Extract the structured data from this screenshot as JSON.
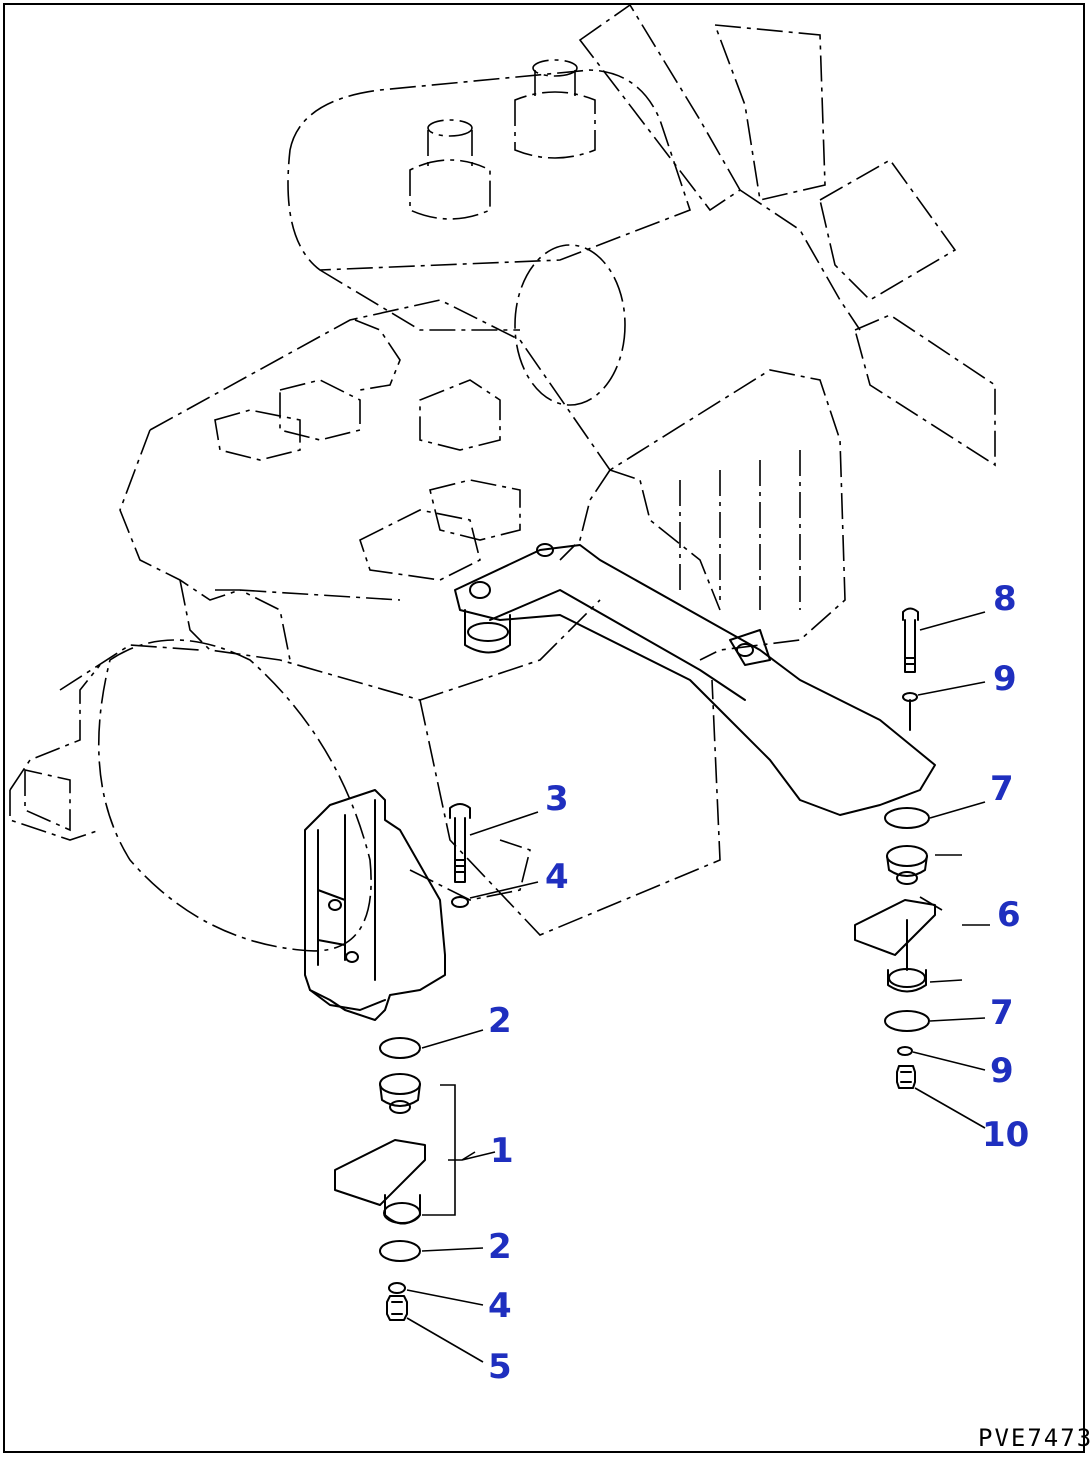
{
  "diagram": {
    "drawing_code": "PVE7473",
    "callouts": {
      "c1": "1",
      "c2a": "2",
      "c2b": "2",
      "c3": "3",
      "c4a": "4",
      "c4b": "4",
      "c5": "5",
      "c6": "6",
      "c7a": "7",
      "c7b": "7",
      "c8": "8",
      "c9a": "9",
      "c9b": "9",
      "c10": "10"
    },
    "colors": {
      "callout": "#1f2fbf",
      "line": "#000000",
      "background": "#ffffff"
    }
  }
}
